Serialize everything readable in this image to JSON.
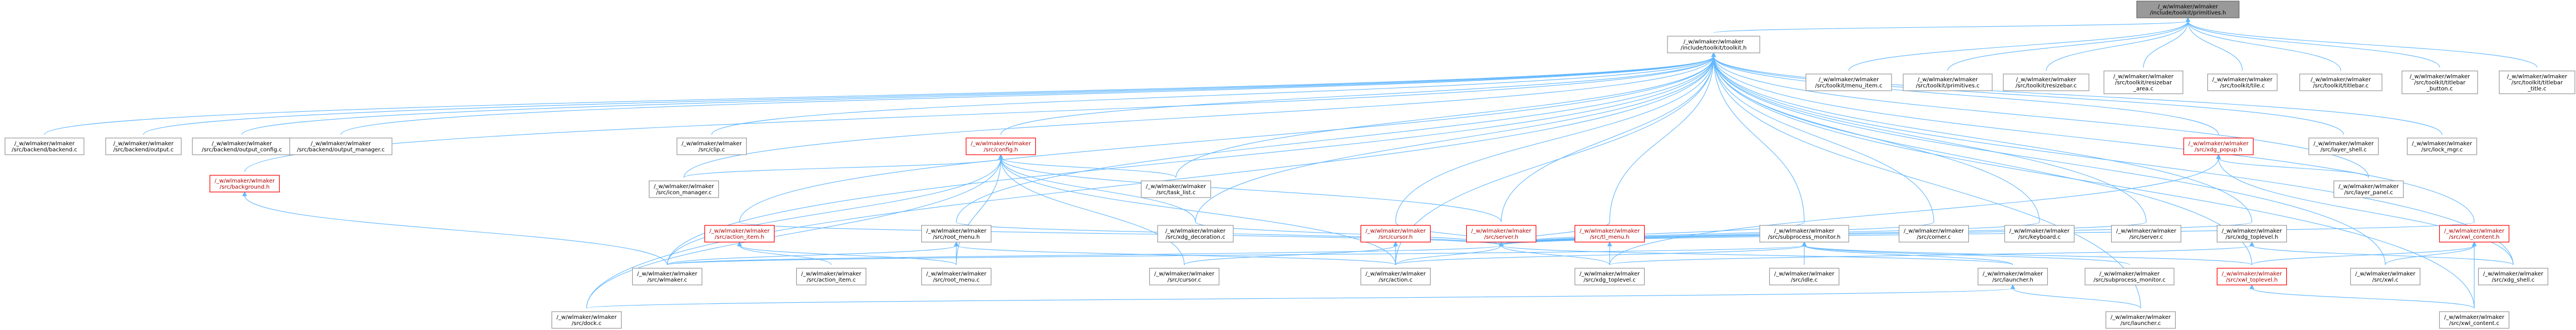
{
  "nodes": [
    {
      "id": "n_primitives_h",
      "label": [
        "/_w/wlmaker/wlmaker",
        "/include/toolkit/primitives.h"
      ],
      "style": "root"
    },
    {
      "id": "n_toolkit_h",
      "label": [
        "/_w/wlmaker/wlmaker",
        "/include/toolkit/toolkit.h"
      ],
      "style": "normal"
    },
    {
      "id": "n_menu_item_c",
      "label": [
        "/_w/wlmaker/wlmaker",
        "/src/toolkit/menu_item.c"
      ],
      "style": "normal"
    },
    {
      "id": "n_primitives_c",
      "label": [
        "/_w/wlmaker/wlmaker",
        "/src/toolkit/primitives.c"
      ],
      "style": "normal"
    },
    {
      "id": "n_resizebar_c",
      "label": [
        "/_w/wlmaker/wlmaker",
        "/src/toolkit/resizebar.c"
      ],
      "style": "normal"
    },
    {
      "id": "n_resizebar_area_c",
      "label": [
        "/_w/wlmaker/wlmaker",
        "/src/toolkit/resizebar",
        "_area.c"
      ],
      "style": "normal"
    },
    {
      "id": "n_tile_c",
      "label": [
        "/_w/wlmaker/wlmaker",
        "/src/toolkit/tile.c"
      ],
      "style": "normal"
    },
    {
      "id": "n_titlebar_c",
      "label": [
        "/_w/wlmaker/wlmaker",
        "/src/toolkit/titlebar.c"
      ],
      "style": "normal"
    },
    {
      "id": "n_titlebar_button_c",
      "label": [
        "/_w/wlmaker/wlmaker",
        "/src/toolkit/titlebar",
        "_button.c"
      ],
      "style": "normal"
    },
    {
      "id": "n_titlebar_title_c",
      "label": [
        "/_w/wlmaker/wlmaker",
        "/src/toolkit/titlebar",
        "_title.c"
      ],
      "style": "normal"
    },
    {
      "id": "n_backend_c",
      "label": [
        "/_w/wlmaker/wlmaker",
        "/src/backend/backend.c"
      ],
      "style": "normal"
    },
    {
      "id": "n_output_c",
      "label": [
        "/_w/wlmaker/wlmaker",
        "/src/backend/output.c"
      ],
      "style": "normal"
    },
    {
      "id": "n_output_config_c",
      "label": [
        "/_w/wlmaker/wlmaker",
        "/src/backend/output_config.c"
      ],
      "style": "normal"
    },
    {
      "id": "n_output_manager_c",
      "label": [
        "/_w/wlmaker/wlmaker",
        "/src/backend/output_manager.c"
      ],
      "style": "normal"
    },
    {
      "id": "n_clip_c",
      "label": [
        "/_w/wlmaker/wlmaker",
        "/src/clip.c"
      ],
      "style": "normal"
    },
    {
      "id": "n_config_h",
      "label": [
        "/_w/wlmaker/wlmaker",
        "/src/config.h"
      ],
      "style": "red"
    },
    {
      "id": "n_background_h",
      "label": [
        "/_w/wlmaker/wlmaker",
        "/src/background.h"
      ],
      "style": "red"
    },
    {
      "id": "n_icon_manager_c",
      "label": [
        "/_w/wlmaker/wlmaker",
        "/src/icon_manager.c"
      ],
      "style": "normal"
    },
    {
      "id": "n_task_list_c",
      "label": [
        "/_w/wlmaker/wlmaker",
        "/src/task_list.c"
      ],
      "style": "normal"
    },
    {
      "id": "n_server_h",
      "label": [
        "/_w/wlmaker/wlmaker",
        "/src/server.h"
      ],
      "style": "red"
    },
    {
      "id": "n_xdg_popup_h",
      "label": [
        "/_w/wlmaker/wlmaker",
        "/src/xdg_popup.h"
      ],
      "style": "red"
    },
    {
      "id": "n_layer_shell_c",
      "label": [
        "/_w/wlmaker/wlmaker",
        "/src/layer_shell.c"
      ],
      "style": "normal"
    },
    {
      "id": "n_lock_mgr_c",
      "label": [
        "/_w/wlmaker/wlmaker",
        "/src/lock_mgr.c"
      ],
      "style": "normal"
    },
    {
      "id": "n_layer_panel_c",
      "label": [
        "/_w/wlmaker/wlmaker",
        "/src/layer_panel.c"
      ],
      "style": "normal"
    },
    {
      "id": "n_action_item_h",
      "label": [
        "/_w/wlmaker/wlmaker",
        "/src/action_item.h"
      ],
      "style": "red"
    },
    {
      "id": "n_root_menu_h",
      "label": [
        "/_w/wlmaker/wlmaker",
        "/src/root_menu.h"
      ],
      "style": "normal"
    },
    {
      "id": "n_xdg_decoration_c",
      "label": [
        "/_w/wlmaker/wlmaker",
        "/src/xdg_decoration.c"
      ],
      "style": "normal"
    },
    {
      "id": "n_cursor_h",
      "label": [
        "/_w/wlmaker/wlmaker",
        "/src/cursor.h"
      ],
      "style": "red"
    },
    {
      "id": "n_tl_menu_h",
      "label": [
        "/_w/wlmaker/wlmaker",
        "/src/tl_menu.h"
      ],
      "style": "red"
    },
    {
      "id": "n_subprocess_monitor_h",
      "label": [
        "/_w/wlmaker/wlmaker",
        "/src/subprocess_monitor.h"
      ],
      "style": "normal"
    },
    {
      "id": "n_corner_c",
      "label": [
        "/_w/wlmaker/wlmaker",
        "/src/corner.c"
      ],
      "style": "normal"
    },
    {
      "id": "n_keyboard_c",
      "label": [
        "/_w/wlmaker/wlmaker",
        "/src/keyboard.c"
      ],
      "style": "normal"
    },
    {
      "id": "n_server_c",
      "label": [
        "/_w/wlmaker/wlmaker",
        "/src/server.c"
      ],
      "style": "normal"
    },
    {
      "id": "n_xdg_toplevel_h",
      "label": [
        "/_w/wlmaker/wlmaker",
        "/src/xdg_toplevel.h"
      ],
      "style": "normal"
    },
    {
      "id": "n_xwl_content_h",
      "label": [
        "/_w/wlmaker/wlmaker",
        "/src/xwl_content.h"
      ],
      "style": "red"
    },
    {
      "id": "n_wlmaker_c",
      "label": [
        "/_w/wlmaker/wlmaker",
        "/src/wlmaker.c"
      ],
      "style": "normal"
    },
    {
      "id": "n_action_item_c",
      "label": [
        "/_w/wlmaker/wlmaker",
        "/src/action_item.c"
      ],
      "style": "normal"
    },
    {
      "id": "n_root_menu_c",
      "label": [
        "/_w/wlmaker/wlmaker",
        "/src/root_menu.c"
      ],
      "style": "normal"
    },
    {
      "id": "n_cursor_c",
      "label": [
        "/_w/wlmaker/wlmaker",
        "/src/cursor.c"
      ],
      "style": "normal"
    },
    {
      "id": "n_action_c",
      "label": [
        "/_w/wlmaker/wlmaker",
        "/src/action.c"
      ],
      "style": "normal"
    },
    {
      "id": "n_xdg_toplevel_c",
      "label": [
        "/_w/wlmaker/wlmaker",
        "/src/xdg_toplevel.c"
      ],
      "style": "normal"
    },
    {
      "id": "n_idle_c",
      "label": [
        "/_w/wlmaker/wlmaker",
        "/src/idle.c"
      ],
      "style": "normal"
    },
    {
      "id": "n_launcher_h",
      "label": [
        "/_w/wlmaker/wlmaker",
        "/src/launcher.h"
      ],
      "style": "normal"
    },
    {
      "id": "n_subprocess_monitor_c",
      "label": [
        "/_w/wlmaker/wlmaker",
        "/src/subprocess_monitor.c"
      ],
      "style": "normal"
    },
    {
      "id": "n_xwl_toplevel_h",
      "label": [
        "/_w/wlmaker/wlmaker",
        "/src/xwl_toplevel.h"
      ],
      "style": "red"
    },
    {
      "id": "n_xwl_c",
      "label": [
        "/_w/wlmaker/wlmaker",
        "/src/xwl.c"
      ],
      "style": "normal"
    },
    {
      "id": "n_xdg_shell_c",
      "label": [
        "/_w/wlmaker/wlmaker",
        "/src/xdg_shell.c"
      ],
      "style": "normal"
    },
    {
      "id": "n_dock_c",
      "label": [
        "/_w/wlmaker/wlmaker",
        "/src/dock.c"
      ],
      "style": "normal"
    },
    {
      "id": "n_launcher_c",
      "label": [
        "/_w/wlmaker/wlmaker",
        "/src/launcher.c"
      ],
      "style": "normal"
    },
    {
      "id": "n_xwl_content_c",
      "label": [
        "/_w/wlmaker/wlmaker",
        "/src/xwl_content.c"
      ],
      "style": "normal"
    }
  ],
  "edges": [
    [
      "n_primitives_h",
      "n_toolkit_h"
    ],
    [
      "n_primitives_h",
      "n_menu_item_c"
    ],
    [
      "n_primitives_h",
      "n_primitives_c"
    ],
    [
      "n_primitives_h",
      "n_resizebar_c"
    ],
    [
      "n_primitives_h",
      "n_resizebar_area_c"
    ],
    [
      "n_primitives_h",
      "n_tile_c"
    ],
    [
      "n_primitives_h",
      "n_titlebar_c"
    ],
    [
      "n_primitives_h",
      "n_titlebar_button_c"
    ],
    [
      "n_primitives_h",
      "n_titlebar_title_c"
    ],
    [
      "n_toolkit_h",
      "n_backend_c"
    ],
    [
      "n_toolkit_h",
      "n_output_c"
    ],
    [
      "n_toolkit_h",
      "n_output_config_c"
    ],
    [
      "n_toolkit_h",
      "n_output_manager_c"
    ],
    [
      "n_toolkit_h",
      "n_clip_c"
    ],
    [
      "n_toolkit_h",
      "n_config_h"
    ],
    [
      "n_toolkit_h",
      "n_background_h"
    ],
    [
      "n_toolkit_h",
      "n_icon_manager_c"
    ],
    [
      "n_toolkit_h",
      "n_task_list_c"
    ],
    [
      "n_toolkit_h",
      "n_server_h"
    ],
    [
      "n_toolkit_h",
      "n_xdg_popup_h"
    ],
    [
      "n_toolkit_h",
      "n_layer_shell_c"
    ],
    [
      "n_toolkit_h",
      "n_lock_mgr_c"
    ],
    [
      "n_toolkit_h",
      "n_layer_panel_c"
    ],
    [
      "n_toolkit_h",
      "n_action_item_h"
    ],
    [
      "n_toolkit_h",
      "n_root_menu_h"
    ],
    [
      "n_toolkit_h",
      "n_xdg_decoration_c"
    ],
    [
      "n_toolkit_h",
      "n_cursor_h"
    ],
    [
      "n_toolkit_h",
      "n_tl_menu_h"
    ],
    [
      "n_toolkit_h",
      "n_subprocess_monitor_h"
    ],
    [
      "n_toolkit_h",
      "n_corner_c"
    ],
    [
      "n_toolkit_h",
      "n_keyboard_c"
    ],
    [
      "n_toolkit_h",
      "n_server_c"
    ],
    [
      "n_toolkit_h",
      "n_xdg_toplevel_h"
    ],
    [
      "n_toolkit_h",
      "n_xwl_content_h"
    ],
    [
      "n_toolkit_h",
      "n_wlmaker_c"
    ],
    [
      "n_toolkit_h",
      "n_dock_c"
    ],
    [
      "n_toolkit_h",
      "n_launcher_c"
    ],
    [
      "n_toolkit_h",
      "n_xwl_toplevel_h"
    ],
    [
      "n_toolkit_h",
      "n_xwl_c"
    ],
    [
      "n_toolkit_h",
      "n_xdg_shell_c"
    ],
    [
      "n_toolkit_h",
      "n_xwl_content_c"
    ],
    [
      "n_toolkit_h",
      "n_action_c"
    ],
    [
      "n_config_h",
      "n_icon_manager_c"
    ],
    [
      "n_config_h",
      "n_task_list_c"
    ],
    [
      "n_config_h",
      "n_server_h"
    ],
    [
      "n_config_h",
      "n_wlmaker_c"
    ],
    [
      "n_config_h",
      "n_root_menu_c"
    ],
    [
      "n_config_h",
      "n_cursor_c"
    ],
    [
      "n_config_h",
      "n_action_c"
    ],
    [
      "n_config_h",
      "n_xdg_decoration_c"
    ],
    [
      "n_config_h",
      "n_dock_c"
    ],
    [
      "n_background_h",
      "n_wlmaker_c"
    ],
    [
      "n_server_h",
      "n_action_item_h"
    ],
    [
      "n_server_h",
      "n_root_menu_h"
    ],
    [
      "n_server_h",
      "n_xdg_decoration_c"
    ],
    [
      "n_server_h",
      "n_cursor_h"
    ],
    [
      "n_server_h",
      "n_tl_menu_h"
    ],
    [
      "n_server_h",
      "n_subprocess_monitor_h"
    ],
    [
      "n_server_h",
      "n_corner_c"
    ],
    [
      "n_server_h",
      "n_keyboard_c"
    ],
    [
      "n_server_h",
      "n_server_c"
    ],
    [
      "n_server_h",
      "n_xdg_toplevel_h"
    ],
    [
      "n_server_h",
      "n_xwl_content_h"
    ],
    [
      "n_server_h",
      "n_wlmaker_c"
    ],
    [
      "n_server_h",
      "n_action_c"
    ],
    [
      "n_server_h",
      "n_xdg_toplevel_c"
    ],
    [
      "n_server_h",
      "n_launcher_h"
    ],
    [
      "n_xdg_popup_h",
      "n_layer_panel_c"
    ],
    [
      "n_xdg_popup_h",
      "n_xdg_shell_c"
    ],
    [
      "n_xdg_popup_h",
      "n_xdg_toplevel_c"
    ],
    [
      "n_action_item_h",
      "n_action_item_c"
    ],
    [
      "n_action_item_h",
      "n_root_menu_c"
    ],
    [
      "n_root_menu_h",
      "n_wlmaker_c"
    ],
    [
      "n_root_menu_h",
      "n_root_menu_c"
    ],
    [
      "n_root_menu_h",
      "n_action_c"
    ],
    [
      "n_cursor_h",
      "n_cursor_c"
    ],
    [
      "n_cursor_h",
      "n_action_c"
    ],
    [
      "n_tl_menu_h",
      "n_xdg_toplevel_c"
    ],
    [
      "n_subprocess_monitor_h",
      "n_idle_c"
    ],
    [
      "n_subprocess_monitor_h",
      "n_launcher_h"
    ],
    [
      "n_subprocess_monitor_h",
      "n_subprocess_monitor_c"
    ],
    [
      "n_subprocess_monitor_h",
      "n_wlmaker_c"
    ],
    [
      "n_subprocess_monitor_h",
      "n_xwl_toplevel_h"
    ],
    [
      "n_subprocess_monitor_h",
      "n_action_c"
    ],
    [
      "n_xdg_toplevel_h",
      "n_xdg_toplevel_c"
    ],
    [
      "n_xdg_toplevel_h",
      "n_xdg_shell_c"
    ],
    [
      "n_xwl_content_h",
      "n_xwl_toplevel_h"
    ],
    [
      "n_xwl_content_h",
      "n_xwl_c"
    ],
    [
      "n_xwl_content_h",
      "n_xwl_content_c"
    ],
    [
      "n_xwl_toplevel_h",
      "n_xwl_content_c"
    ],
    [
      "n_launcher_h",
      "n_dock_c"
    ],
    [
      "n_launcher_h",
      "n_launcher_c"
    ]
  ]
}
